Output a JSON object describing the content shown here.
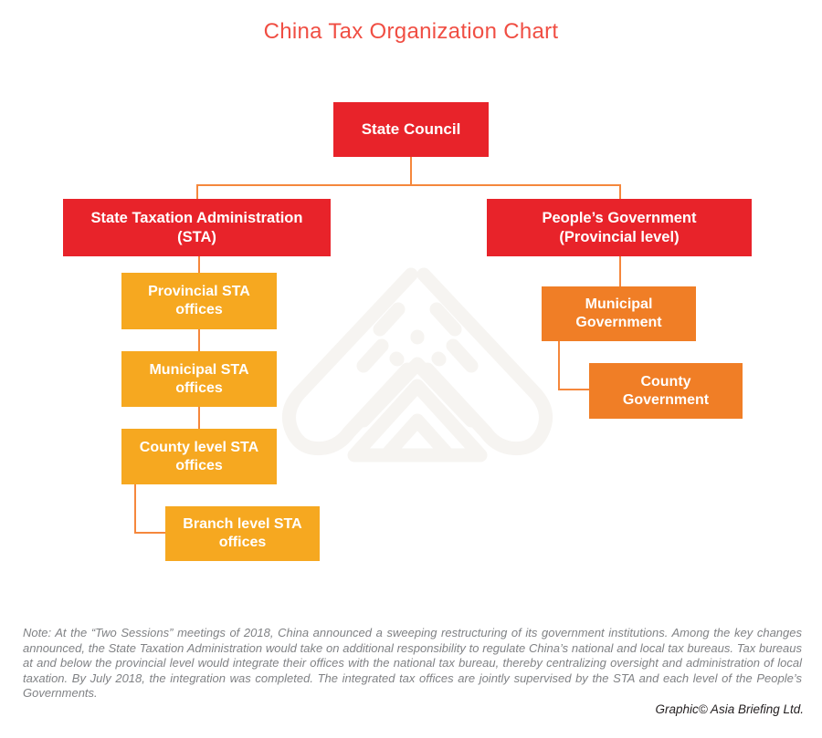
{
  "title": "China Tax Organization Chart",
  "colors": {
    "node_red": "#e8232a",
    "node_yellow": "#f6a820",
    "node_orange": "#f07e26",
    "connector": "#f5873c",
    "title": "#f04e43",
    "note_text": "#808285",
    "credit_text": "#231f20",
    "watermark": "#f6f4f1"
  },
  "org_chart": {
    "nodes": [
      {
        "id": "state-council",
        "label": "State Council",
        "color": "node_red",
        "parent": null
      },
      {
        "id": "sta",
        "label": "State Taxation Administration\n(STA)",
        "color": "node_red",
        "parent": "state-council"
      },
      {
        "id": "peoples-government",
        "label": "People’s Government\n(Provincial level)",
        "color": "node_red",
        "parent": "state-council"
      },
      {
        "id": "provincial-sta-offices",
        "label": "Provincial STA\noffices",
        "color": "node_yellow",
        "parent": "sta"
      },
      {
        "id": "municipal-sta-offices",
        "label": "Municipal STA\noffices",
        "color": "node_yellow",
        "parent": "provincial-sta-offices"
      },
      {
        "id": "county-sta-offices",
        "label": "County level STA\noffices",
        "color": "node_yellow",
        "parent": "municipal-sta-offices"
      },
      {
        "id": "branch-sta-offices",
        "label": "Branch level STA\noffices",
        "color": "node_yellow",
        "parent": "county-sta-offices"
      },
      {
        "id": "municipal-government",
        "label": "Municipal\nGovernment",
        "color": "node_orange",
        "parent": "peoples-government"
      },
      {
        "id": "county-government",
        "label": "County\nGovernment",
        "color": "node_orange",
        "parent": "municipal-government"
      }
    ]
  },
  "note": "Note: At the “Two Sessions” meetings of 2018, China announced a sweeping restructuring of its government institutions. Among the key changes announced, the State Taxation Administration would take on additional responsibility to regulate China’s national and local tax bureaus. Tax bureaus at and below the provincial level would integrate their offices with the national tax bureau, thereby centralizing oversight and administration of local taxation. By July 2018, the integration was completed. The integrated tax offices are jointly supervised by the STA and each level of the People’s Governments.",
  "credit": "Graphic© Asia Briefing Ltd.",
  "watermark_name": "asia-briefing-logo"
}
